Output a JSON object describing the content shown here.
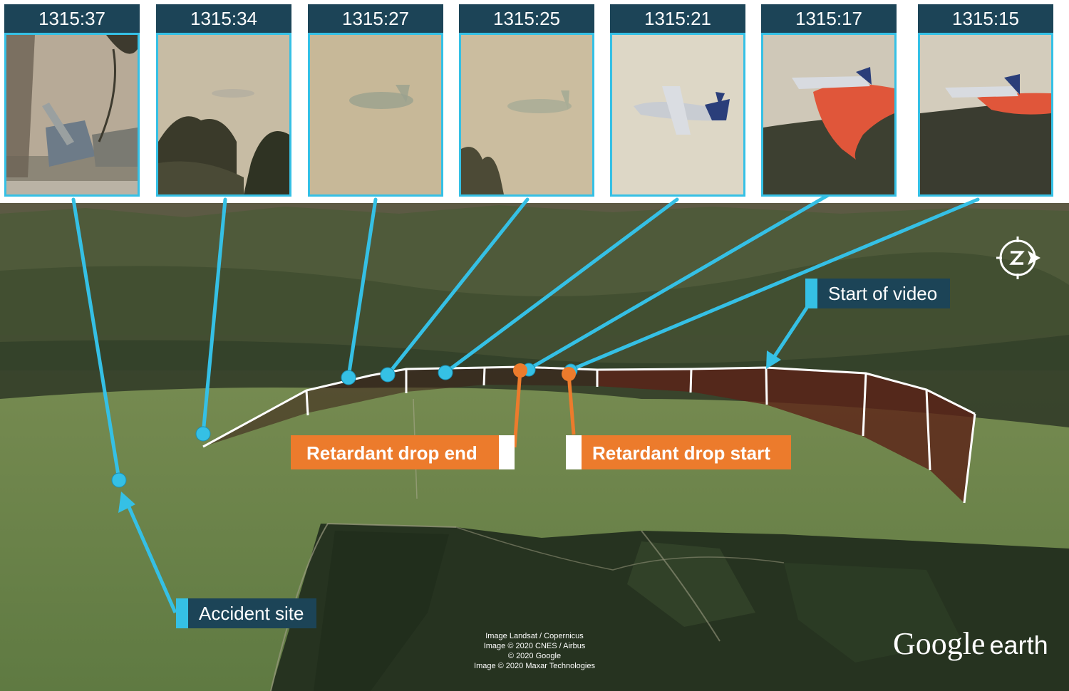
{
  "frames": [
    {
      "time": "1315:37",
      "scene": "crash site with smoke and trees"
    },
    {
      "time": "1315:34",
      "scene": "aircraft faint through smoke over trees"
    },
    {
      "time": "1315:27",
      "scene": "aircraft silhouette in smoke"
    },
    {
      "time": "1315:25",
      "scene": "aircraft silhouette in smoke over tree"
    },
    {
      "time": "1315:21",
      "scene": "C-130 aircraft in haze"
    },
    {
      "time": "1315:17",
      "scene": "aircraft dropping red retardant"
    },
    {
      "time": "1315:15",
      "scene": "aircraft starting retardant drop"
    }
  ],
  "labels": {
    "accident_site": "Accident site",
    "start_of_video": "Start of video",
    "retardant_drop_end": "Retardant drop end",
    "retardant_drop_start": "Retardant drop start"
  },
  "credits": [
    "Image Landsat / Copernicus",
    "Image © 2020 CNES / Airbus",
    "© 2020 Google",
    "Image © 2020 Maxar Technologies"
  ],
  "brand": {
    "google": "Google",
    "earth": "earth"
  },
  "icons": {
    "compass": "compass-icon"
  },
  "colors": {
    "label_dark": "#1c4457",
    "leader_line": "#35c0e5",
    "retardant_marker": "#ec7b2c",
    "flight_path": "#ffffff"
  }
}
